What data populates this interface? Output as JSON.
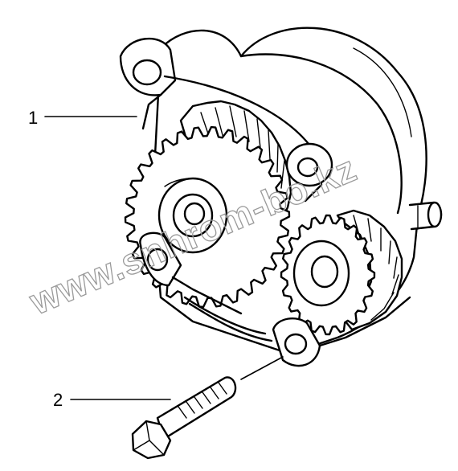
{
  "diagram": {
    "callouts": [
      {
        "id": "1",
        "label": "1"
      },
      {
        "id": "2",
        "label": "2"
      }
    ],
    "watermark": "www.snhrom-bo.kz"
  }
}
